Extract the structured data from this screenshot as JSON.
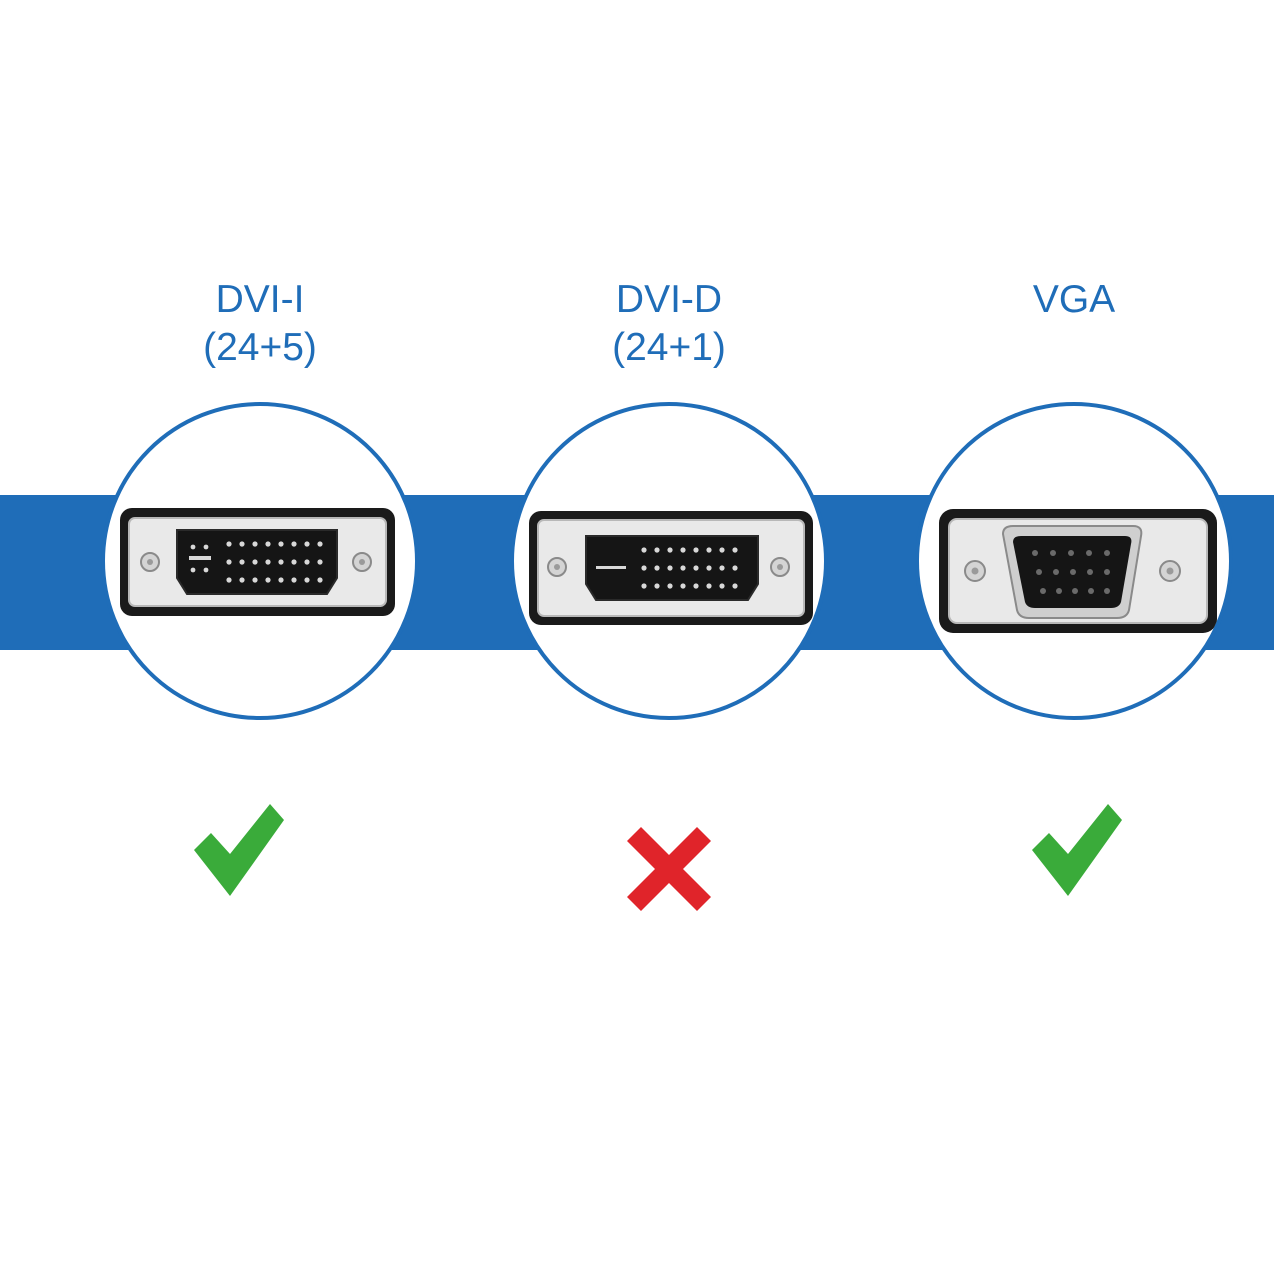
{
  "colors": {
    "band": "#1f6db8",
    "text": "#1f6db8",
    "circle_border": "#1f6db8",
    "check": "#3aab3a",
    "cross": "#e0242a"
  },
  "connectors": [
    {
      "name": "DVI-I",
      "pins": "(24+5)",
      "status_icon": "check-icon",
      "compatible": true
    },
    {
      "name": "DVI-D",
      "pins": "(24+1)",
      "status_icon": "cross-icon",
      "compatible": false
    },
    {
      "name": "VGA",
      "pins": "",
      "status_icon": "check-icon",
      "compatible": true
    }
  ]
}
